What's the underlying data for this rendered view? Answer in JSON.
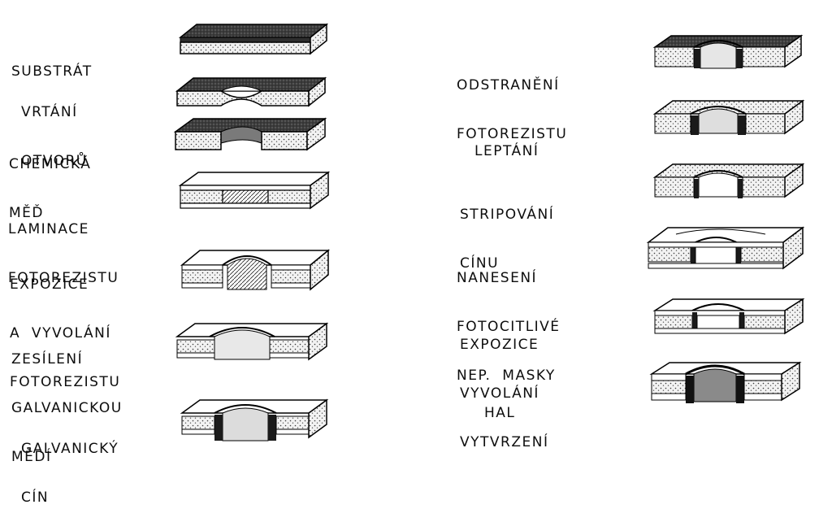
{
  "left_column": [
    {
      "id": "substrat",
      "lines": [
        "SUBSTRÁT"
      ]
    },
    {
      "id": "vrtani",
      "lines": [
        "VRTÁNÍ",
        "OTVORŮ"
      ]
    },
    {
      "id": "chemicka",
      "lines": [
        "CHEMICKÁ",
        "MĚĎ"
      ]
    },
    {
      "id": "laminace",
      "lines": [
        "LAMINACE",
        "FOTOREZISTU"
      ]
    },
    {
      "id": "expozice1",
      "lines": [
        "EXPOZICE",
        "A  VYVOLÁNÍ",
        "FOTOREZISTU"
      ]
    },
    {
      "id": "zesileni",
      "lines": [
        "ZESÍLENÍ",
        "GALVANICKOU",
        "MĚDÍ"
      ]
    },
    {
      "id": "galvanicky",
      "lines": [
        "GALVANICKÝ",
        "CÍN"
      ]
    }
  ],
  "right_column": [
    {
      "id": "odstraneni",
      "lines": [
        "ODSTRANĚNÍ",
        "FOTOREZISTU"
      ]
    },
    {
      "id": "leptani",
      "lines": [
        "LEPTÁNÍ"
      ]
    },
    {
      "id": "stripovani",
      "lines": [
        "STRIPOVÁNÍ",
        "CÍNU"
      ]
    },
    {
      "id": "naneseni",
      "lines": [
        "NANESENÍ",
        "FOTOCITLIVÉ",
        "NEP.  MASKY"
      ]
    },
    {
      "id": "expozice2",
      "lines": [
        "EXPOZICE",
        "VYVOLÁNÍ",
        "VYTVRZENÍ"
      ]
    },
    {
      "id": "hal",
      "lines": [
        "HAL"
      ]
    }
  ]
}
